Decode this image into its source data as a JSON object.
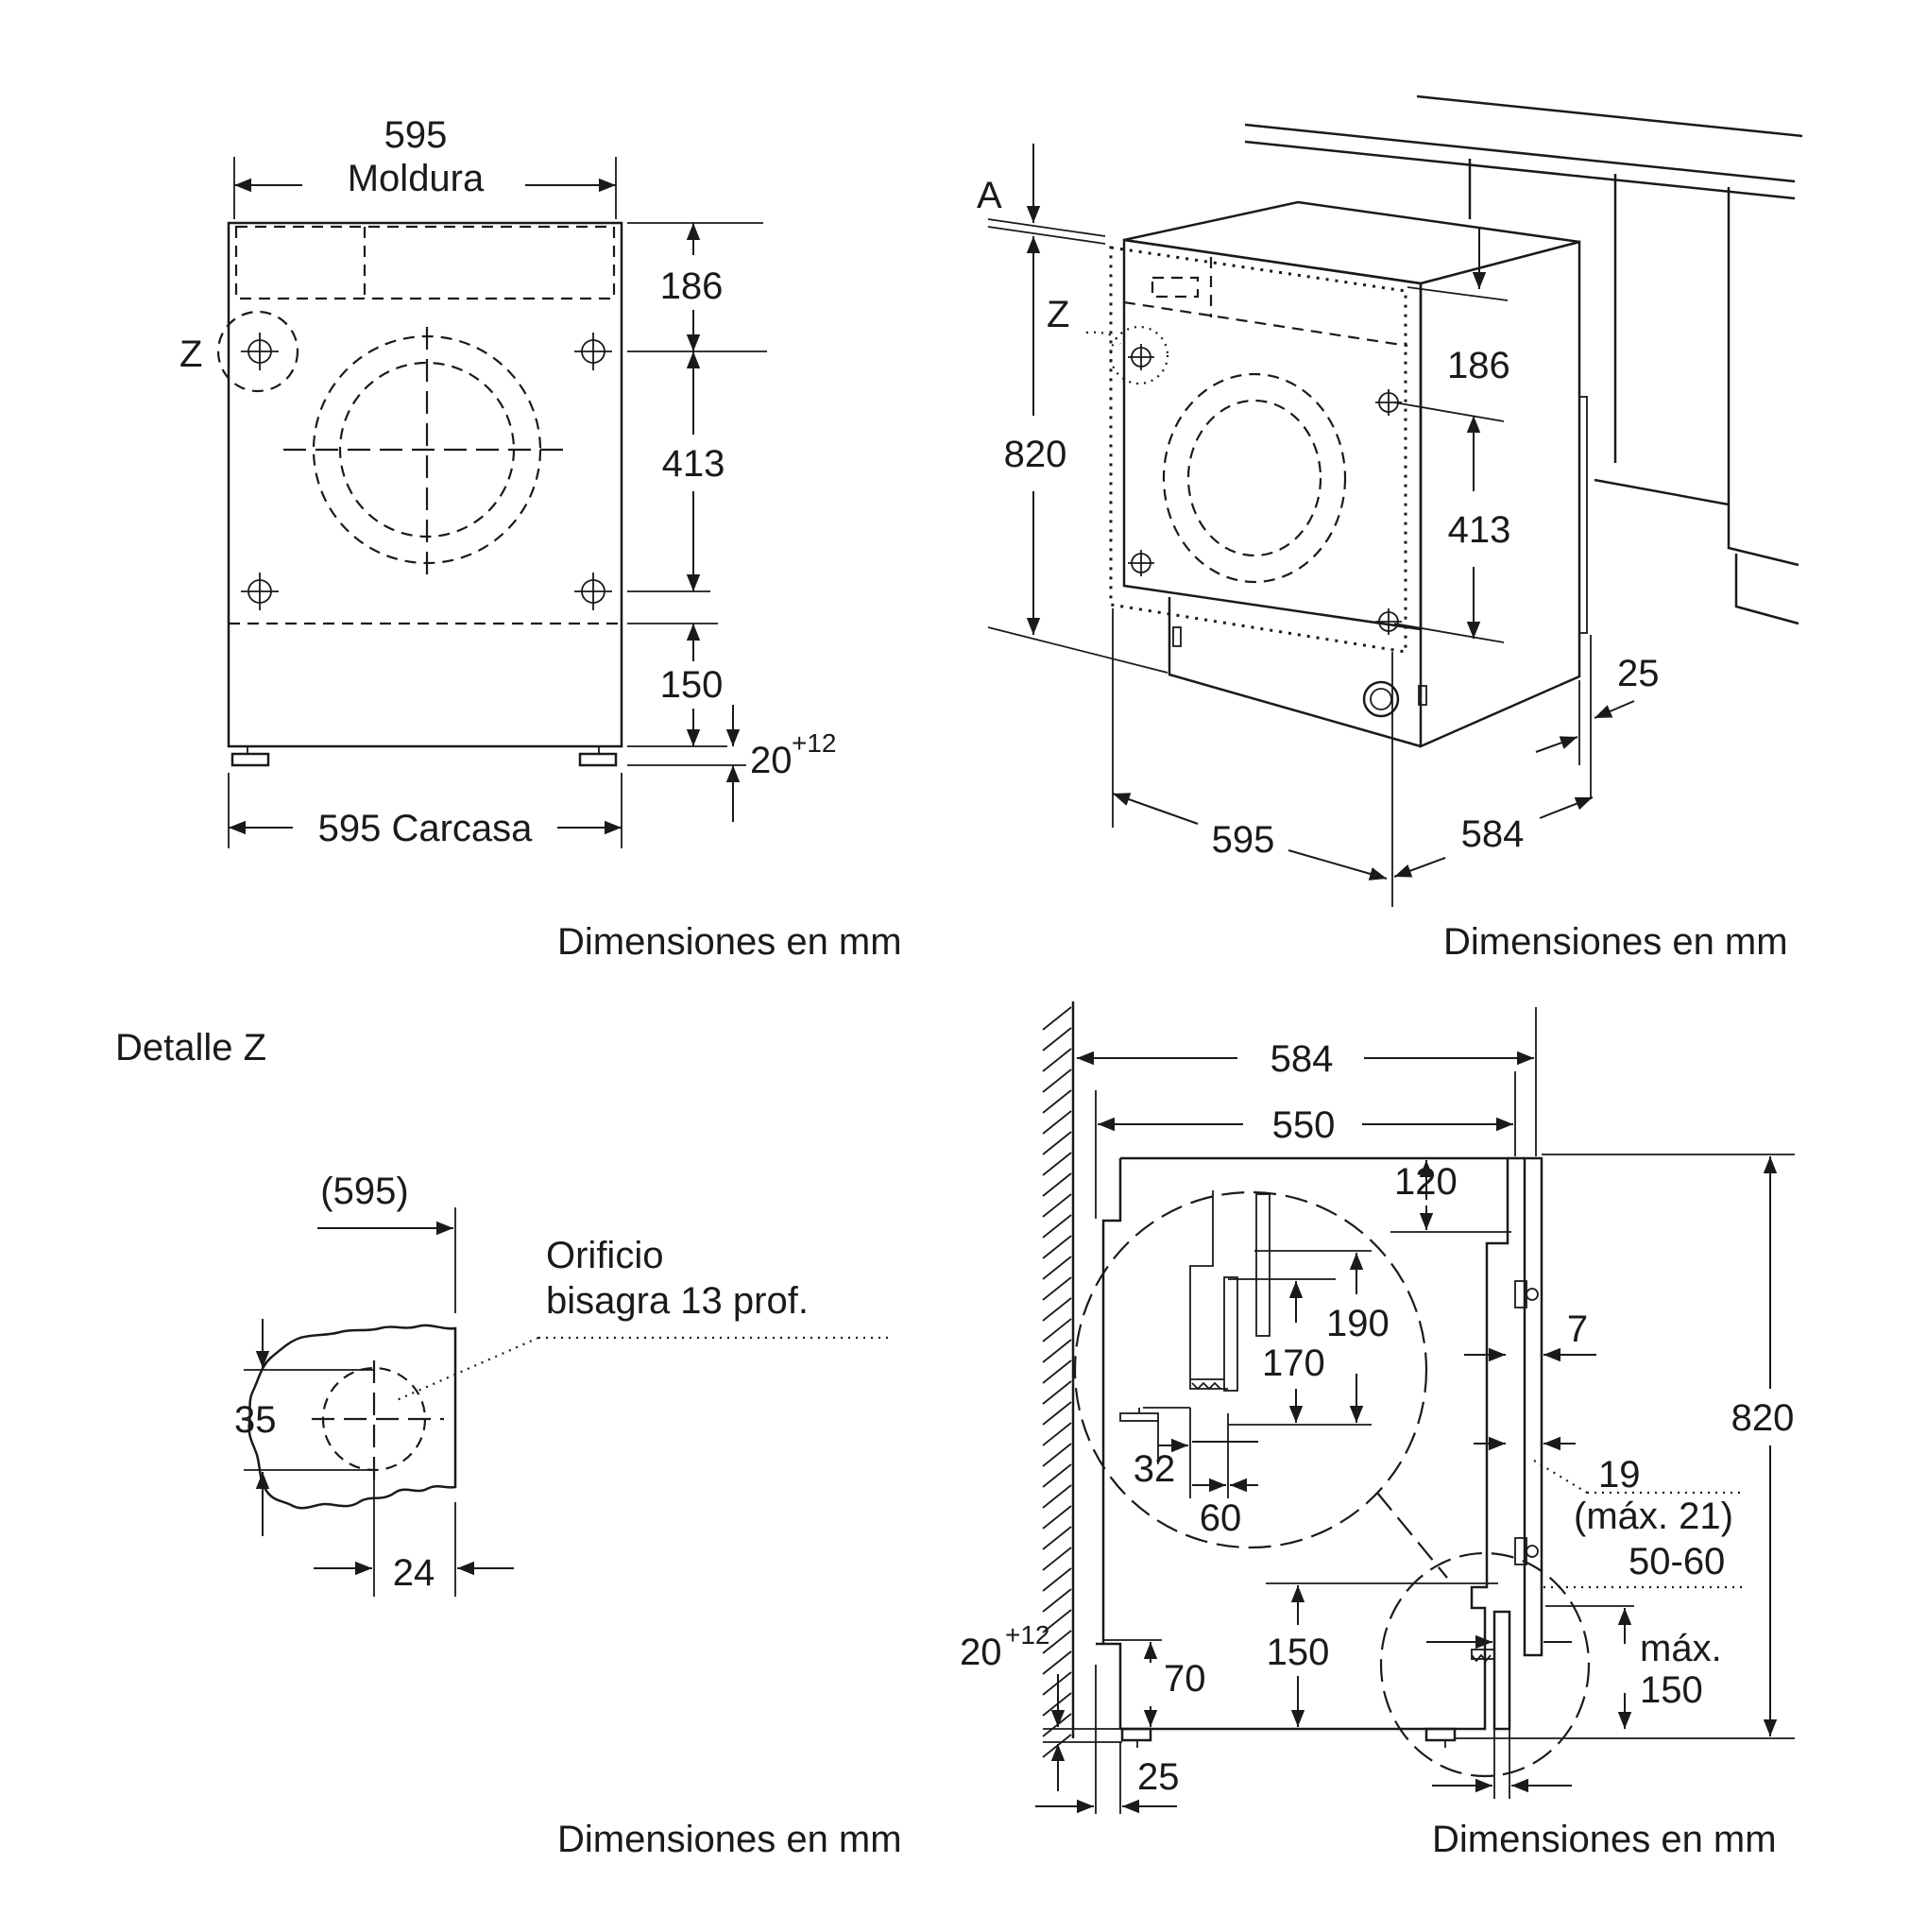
{
  "front_view": {
    "top_width": "595",
    "top_width_label": "Moldura",
    "bottom_width": "595 Carcasa",
    "height_top": "186",
    "height_mid": "413",
    "height_bottom": "150",
    "feet_base": "20",
    "feet_sup": "+12",
    "detail_marker": "Z",
    "caption": "Dimensiones en mm"
  },
  "perspective_view": {
    "marker_a": "A",
    "marker_z": "Z",
    "height": "820",
    "height_top": "186",
    "height_mid": "413",
    "depth_offset": "25",
    "width": "595",
    "depth": "584",
    "caption": "Dimensiones en mm"
  },
  "detail_z": {
    "title": "Detalle Z",
    "ref_width": "(595)",
    "hole_line1": "Orificio",
    "hole_line2": "bisagra 13 prof.",
    "vertical": "35",
    "horizontal": "24",
    "caption": "Dimensiones en mm"
  },
  "side_view": {
    "total_depth": "584",
    "body_depth": "550",
    "top_gap": "120",
    "hinge_190": "190",
    "hinge_170": "170",
    "offset_32": "32",
    "offset_60": "60",
    "gap_7": "7",
    "door_19": "19",
    "door_max": "(máx. 21)",
    "range_50_60": "50-60",
    "max_label": "máx.",
    "max_value": "150",
    "height_820": "820",
    "bottom_150": "150",
    "bottom_70": "70",
    "feet_base": "20",
    "feet_sup": "+12",
    "foot_25": "25",
    "caption": "Dimensiones en mm"
  }
}
